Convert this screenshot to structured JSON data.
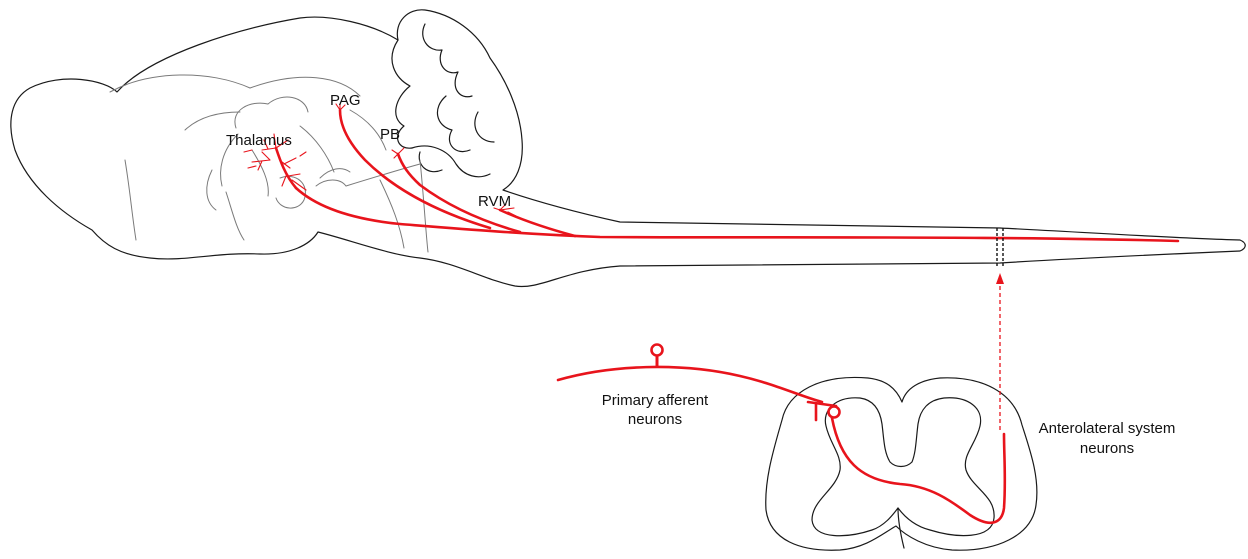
{
  "labels": {
    "thalamus": "Thalamus",
    "pag": "PAG",
    "pb": "PB",
    "rvm": "RVM",
    "primary_afferent_line1": "Primary afferent",
    "primary_afferent_line2": "neurons",
    "anterolateral_line1": "Anterolateral system",
    "anterolateral_line2": "neurons"
  },
  "colors": {
    "pathway": "#e8141c",
    "outline": "#1a1a1a",
    "inner_outline": "#7a7a7a"
  }
}
